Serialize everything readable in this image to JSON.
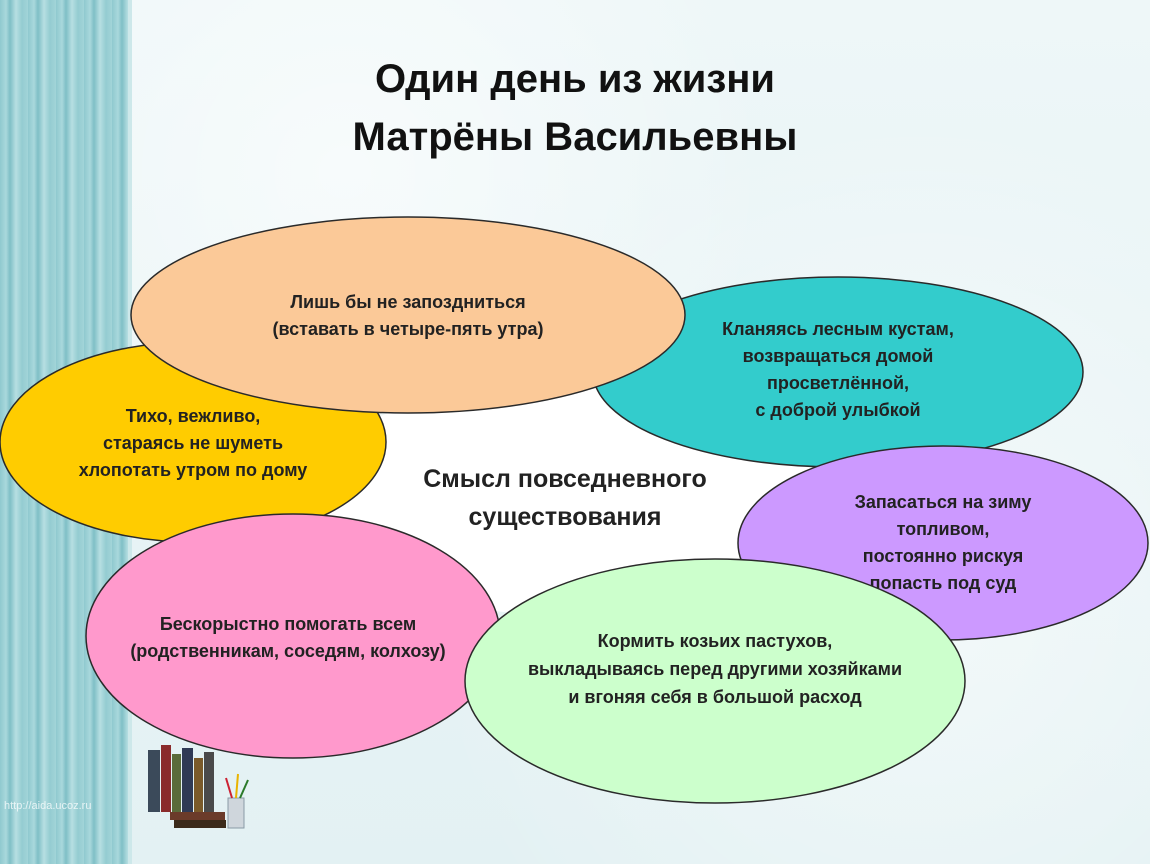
{
  "title": {
    "line1": "Один день из жизни",
    "line2": "Матрёны Васильевны"
  },
  "center": {
    "line1": "Смысл повседневного",
    "line2": "существования"
  },
  "ellipses": [
    {
      "id": "top",
      "color": "#fbc998",
      "lines": [
        "Лишь бы не запоздниться",
        "(вставать в четыре-пять утра)"
      ]
    },
    {
      "id": "right-top",
      "color": "#33cccc",
      "lines": [
        "Кланяясь лесным кустам,",
        "возвращаться домой",
        "просветлённой,",
        "с доброй улыбкой"
      ]
    },
    {
      "id": "left",
      "color": "#ffcc00",
      "lines": [
        "Тихо, вежливо,",
        "стараясь не шуметь",
        "хлопотать утром по дому"
      ]
    },
    {
      "id": "right",
      "color": "#cc99ff",
      "lines": [
        "Запасаться на зиму",
        "топливом,",
        "постоянно рискуя",
        "попасть под суд"
      ]
    },
    {
      "id": "bottom-left",
      "color": "#ff99cc",
      "lines": [
        "Бескорыстно помогать всем",
        "(родственникам, соседям, колхозу)"
      ]
    },
    {
      "id": "bottom-right",
      "color": "#ccffcc",
      "lines": [
        "Кормить козьих пастухов,",
        "выкладываясь перед другими хозяйками",
        "и вгоняя себя в большой расход"
      ]
    }
  ],
  "watermark": "http://aida.ucoz.ru"
}
